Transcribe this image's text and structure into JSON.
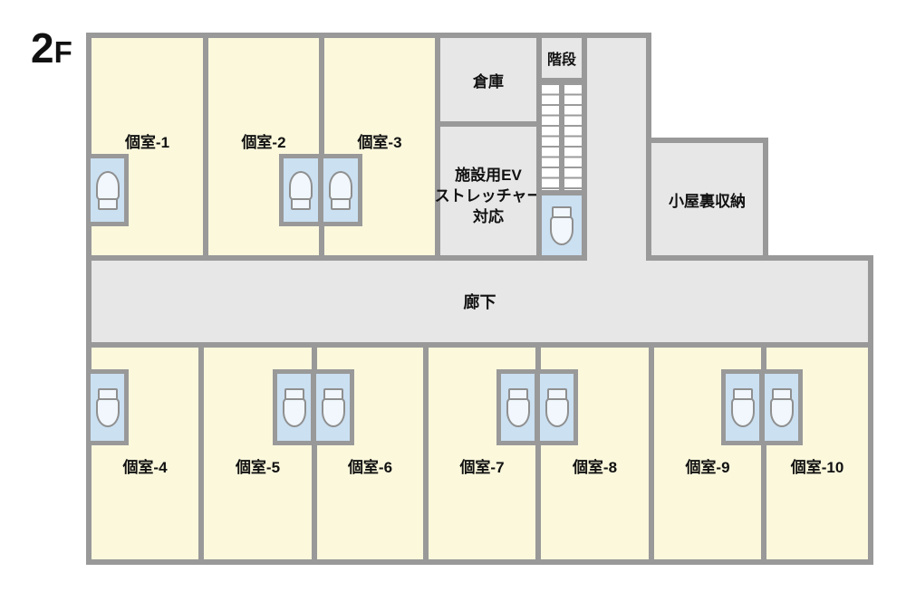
{
  "floor": {
    "number": "2",
    "suffix": "F"
  },
  "rooms": {
    "private_top": [
      {
        "label": "個室-1"
      },
      {
        "label": "個室-2"
      },
      {
        "label": "個室-3"
      }
    ],
    "private_bottom": [
      {
        "label": "個室-4"
      },
      {
        "label": "個室-5"
      },
      {
        "label": "個室-6"
      },
      {
        "label": "個室-7"
      },
      {
        "label": "個室-8"
      },
      {
        "label": "個室-9"
      },
      {
        "label": "個室-10"
      }
    ],
    "storage": {
      "label": "倉庫"
    },
    "stairs": {
      "label": "階段"
    },
    "elevator": {
      "line1": "施設用EV",
      "line2": "ストレッチャー",
      "line3": "対応"
    },
    "attic": {
      "label": "小屋裏収納"
    },
    "corridor": {
      "label": "廊下"
    }
  },
  "icons": [
    {
      "name": "toilet-icon",
      "meaning": "toilet fixture (tank + bowl)"
    }
  ],
  "colors": {
    "private_room_fill": "#FBF8DC",
    "service_room_fill": "#E7E7E7",
    "wall": "#999999",
    "toilet_room_fill": "#CBE0F1",
    "toilet_glyph_fill": "#F1F7FC",
    "background": "#FFFFFF",
    "text": "#111111"
  }
}
